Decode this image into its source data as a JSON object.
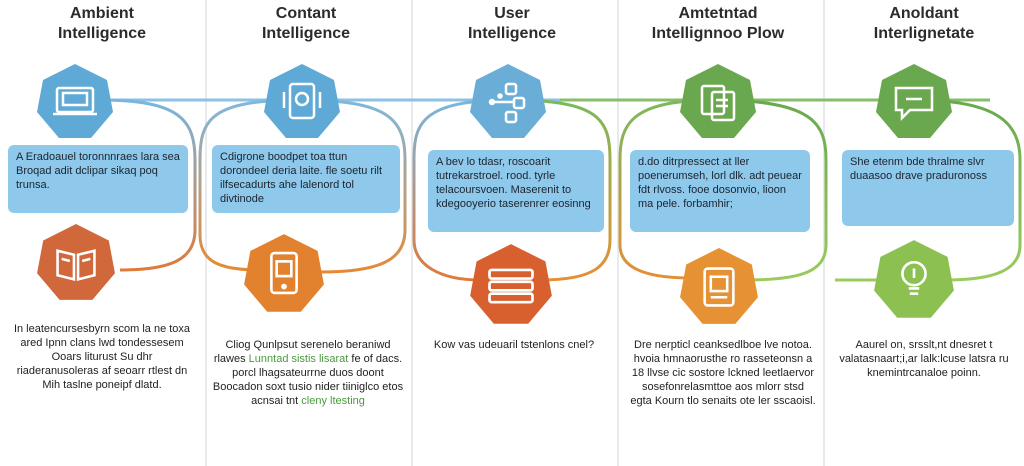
{
  "columns": [
    {
      "title_line1": "Ambient",
      "title_line2": "Intelligence",
      "top_color": "#5ea9d6",
      "bottom_color": "#d1683c",
      "box_text": "A Eradoauel toronnnraes lara sea Broqad adit dclipar sikaq poq trunsa.",
      "top_icon": "tablet-icon",
      "bottom_icon": "open-book-icon",
      "desc_text": "In leatencursesbyrn scom la ne toxa ared Ipnn clans lwd tondessesem Ooars liturust Su dhr riaderanusoleras af seoarr rtlest dn Mih taslne poneipf dlatd."
    },
    {
      "title_line1": "Contant",
      "title_line2": "Intelligence",
      "top_color": "#5ea9d6",
      "bottom_color": "#e2822f",
      "box_text": "Cdigrone boodpet toa ttun dorondeel deria laite. fle soetu rilt ilfsecadurts ahe lalenord tol divtinode",
      "top_icon": "document-scan-icon",
      "bottom_icon": "mobile-device-icon",
      "desc_text": "Cliog Qunlpsut serenelo beraniwd rlawes",
      "desc_highlight": "Lunntad  sistis lisarat",
      "desc_text2": "fe of dacs. porcl lhagsateurrne duos doont Boocadon soxt tusio nider tiiniglco etos acnsai tnt",
      "desc_highlight2": "cleny ltesting"
    },
    {
      "title_line1": "User",
      "title_line2": "Intelligence",
      "top_color": "#6aaed8",
      "bottom_color": "#d8602f",
      "box_text": "A bev lo tdasr, roscoarit tutrekarstroel. rood. tyrle telacoursvoen. Maserenit to kdegooyerio taserenrer eosinng",
      "top_icon": "network-nodes-icon",
      "bottom_icon": "server-stack-icon",
      "desc_text": "Kow vas udeuaril tstenlons cnel?"
    },
    {
      "title_line1": "Amtetntad",
      "title_line2": "Intellignnoo Plow",
      "top_color": "#6aa84f",
      "bottom_color": "#e69234",
      "box_text": "d.do ditrpressect at ller poenerumseh, lorl dlk. adt peuear fdt rlvoss. fooe dosonvio, lioon ma pele. forbamhir;",
      "top_icon": "documents-icon",
      "bottom_icon": "clipboard-icon",
      "desc_text": "Dre nerpticl ceanksedlboe lve notoa. hvoia hmnaorusthe ro rasseteonsn a 18 llvse cic sostore lckned leetlaervor sosefonrelasmttoe aos mlorr stsd egta Kourn tlo senaits ote ler sscaoisl."
    },
    {
      "title_line1": "Anoldant",
      "title_line2": "Interlignetate",
      "top_color": "#6aa84f",
      "bottom_color": "#8cc152",
      "box_text": "She etenm bde thralme slvr duaasoo drave praduronoss",
      "top_icon": "chat-bubble-icon",
      "bottom_icon": "light-bulb-icon",
      "desc_text": "Aaurel on, srsslt,nt dnesret t valatasnaart;i,ar lalk:lcuse latsra ru knemintrcanaloe poinn."
    }
  ]
}
